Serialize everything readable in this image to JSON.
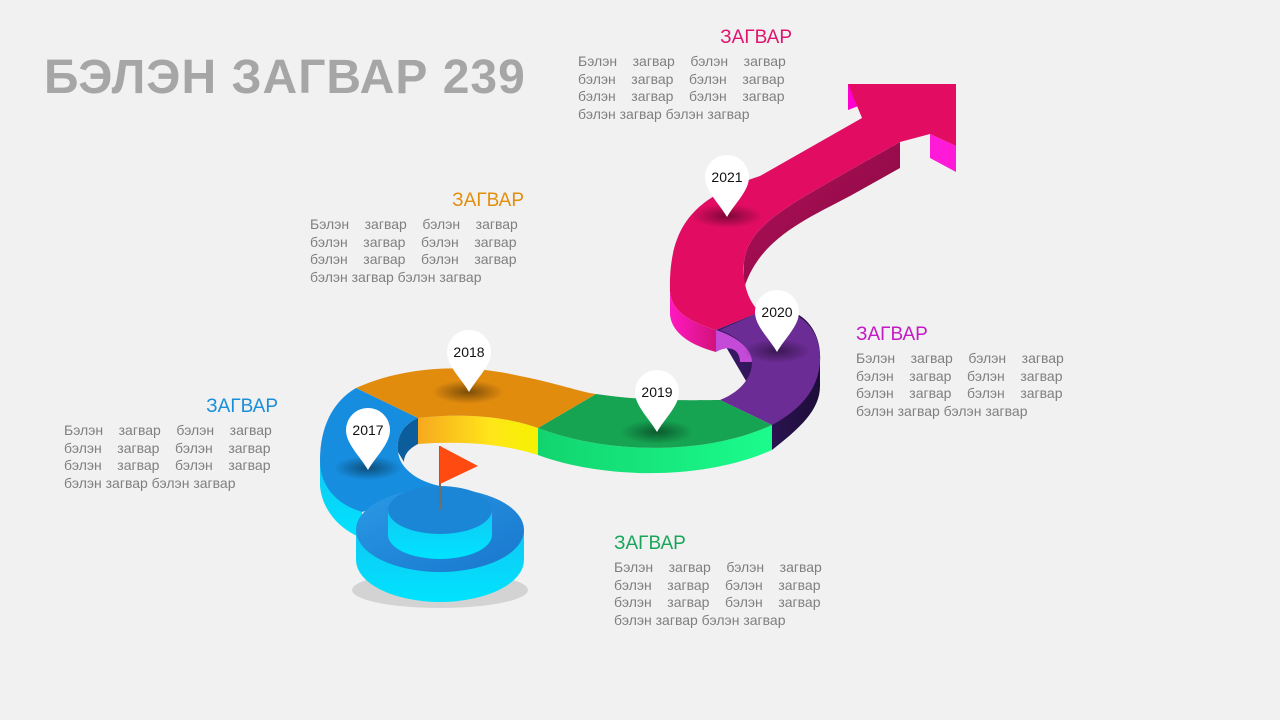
{
  "title": "БЭЛЭН ЗАГВАР 239",
  "colors": {
    "blue": "#1a8fd9",
    "orange": "#e38f0e",
    "green": "#19a65b",
    "purple": "#6e2c9a",
    "magenta": "#e0146e",
    "flag": "#ff4a12",
    "muted_text": "#7f7f7f",
    "title_gray": "#a6a6a6"
  },
  "milestones": [
    {
      "year": "2017",
      "color": "#0f9ad8"
    },
    {
      "year": "2018",
      "color": "#e38f0e"
    },
    {
      "year": "2019",
      "color": "#19a65b"
    },
    {
      "year": "2020",
      "color": "#c419b6"
    },
    {
      "year": "2021",
      "color": "#e0146e"
    }
  ],
  "blocks": [
    {
      "heading": "ЗАГВАР",
      "color": "#1a8fd9",
      "lines": [
        "Бэлэн    загвар    бэлэн    загвар",
        "бэлэн    загвар    бэлэн    загвар",
        "бэлэн    загвар    бэлэн    загвар",
        "бэлэн загвар бэлэн загвар"
      ]
    },
    {
      "heading": "ЗАГВАР",
      "color": "#e38f0e",
      "lines": [
        "Бэлэн    загвар    бэлэн    загвар",
        "бэлэн    загвар    бэлэн    загвар",
        "бэлэн    загвар    бэлэн    загвар",
        "бэлэн загвар бэлэн загвар"
      ]
    },
    {
      "heading": "ЗАГВАР",
      "color": "#19a65b",
      "lines": [
        "Бэлэн    загвар    бэлэн    загвар",
        "бэлэн    загвар    бэлэн    загвар",
        "бэлэн    загвар    бэлэн    загвар",
        "бэлэн загвар бэлэн загвар"
      ]
    },
    {
      "heading": "ЗАГВАР",
      "color": "#c419c6",
      "lines": [
        "Бэлэн    загвар    бэлэн    загвар",
        "бэлэн    загвар    бэлэн    загвар",
        "бэлэн    загвар    бэлэн    загвар",
        "бэлэн загвар бэлэн загвар"
      ]
    },
    {
      "heading": "ЗАГВАР",
      "color": "#e0146e",
      "lines": [
        "Бэлэн    загвар    бэлэн    загвар",
        "бэлэн    загвар    бэлэн    загвар",
        "бэлэн    загвар    бэлэн    загвар",
        "бэлэн загвар бэлэн загвар"
      ]
    }
  ]
}
